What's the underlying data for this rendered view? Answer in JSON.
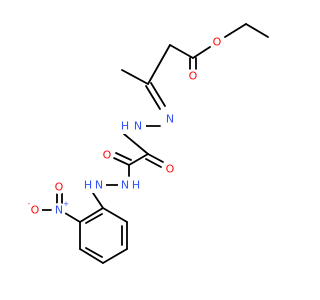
{
  "molecule": {
    "colors": {
      "bond": "#000000",
      "oxygen": "#ff0d0d",
      "nitrogen": "#3050f8",
      "carbon": "#000000"
    },
    "atoms": {
      "o_ester_carbonyl": {
        "label": "O",
        "element": "oxygen"
      },
      "o_ester_ether": {
        "label": "O",
        "element": "oxygen"
      },
      "n_hydrazone_imine": {
        "label": "N",
        "element": "nitrogen"
      },
      "nh_hydrazone": {
        "label": "H",
        "n": "N",
        "element": "nitrogen"
      },
      "o_amide_right": {
        "label": "O",
        "element": "oxygen"
      },
      "o_amide_left": {
        "label": "O",
        "element": "oxygen"
      },
      "nh_hydrazide_a": {
        "label": "H",
        "n": "N",
        "element": "nitrogen"
      },
      "nh_hydrazide_b": {
        "label": "H",
        "n": "N",
        "element": "nitrogen"
      },
      "n_nitro": {
        "label": "N",
        "charge": "+",
        "element": "nitrogen"
      },
      "o_nitro_top": {
        "label": "O",
        "element": "oxygen"
      },
      "o_nitro_left": {
        "label": "O",
        "charge": "-",
        "element": "oxygen"
      }
    }
  }
}
